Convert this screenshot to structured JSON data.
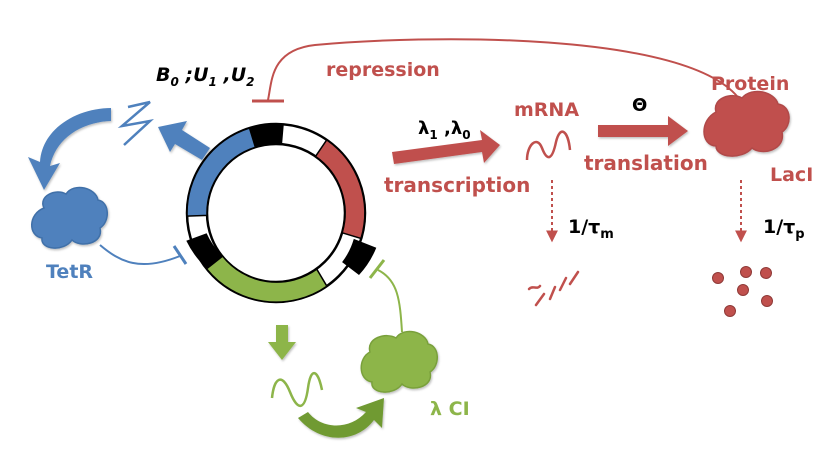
{
  "params": {
    "b": "B",
    "b_sub": "0",
    "sep": " ;",
    "u1": "U",
    "u1_sub": "1",
    "comma": " ,",
    "u2": "U",
    "u2_sub": "2"
  },
  "rates": {
    "lambda1": "λ",
    "lambda1_sub": "1",
    "comma": " ,",
    "lambda0": "λ",
    "lambda0_sub": "0",
    "theta": "Θ",
    "tau_m_prefix": "1/τ",
    "tau_m_sub": "m",
    "tau_p_prefix": "1/τ",
    "tau_p_sub": "p"
  },
  "labels": {
    "repression": "repression",
    "mrna": "mRNA",
    "protein": "Protein",
    "laci": "LacI",
    "transcription": "transcription",
    "translation": "translation",
    "tetr": "TetR",
    "lambda_ci": "λ CI"
  },
  "colors": {
    "red": "#c0504d",
    "blue": "#4f81bd",
    "green": "#8db54a",
    "black": "#000000"
  }
}
